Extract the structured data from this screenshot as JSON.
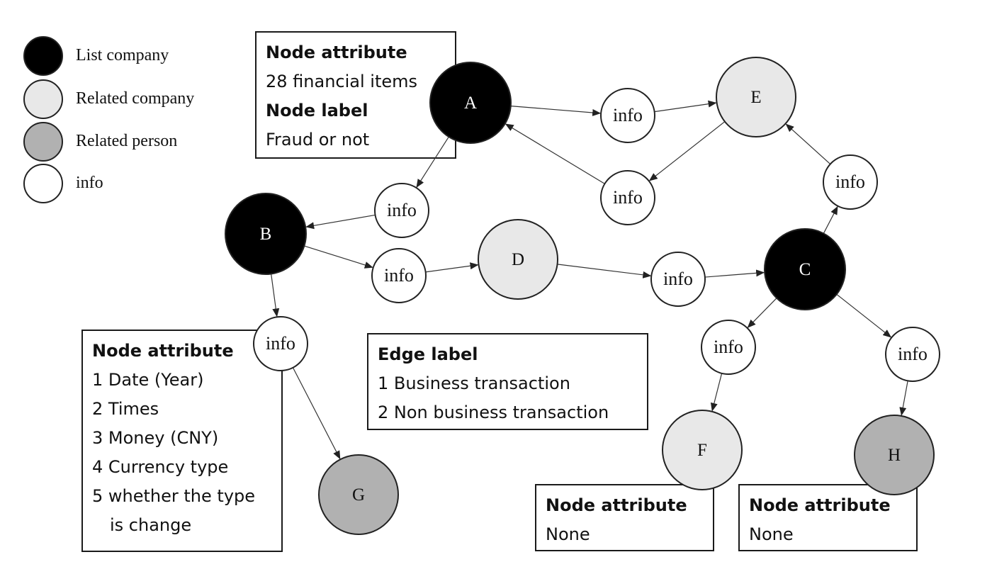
{
  "legend": [
    {
      "key": "list",
      "label": "List company",
      "fill": "#000000"
    },
    {
      "key": "related_company",
      "label": "Related company",
      "fill": "#e8e8e8"
    },
    {
      "key": "related_person",
      "label": "Related person",
      "fill": "#b1b1b1"
    },
    {
      "key": "info",
      "label": "info",
      "fill": "#ffffff"
    }
  ],
  "nodes": {
    "A": {
      "label": "A",
      "type": "list"
    },
    "B": {
      "label": "B",
      "type": "list"
    },
    "C": {
      "label": "C",
      "type": "list"
    },
    "D": {
      "label": "D",
      "type": "related_company"
    },
    "E": {
      "label": "E",
      "type": "related_company"
    },
    "F": {
      "label": "F",
      "type": "related_company"
    },
    "G": {
      "label": "G",
      "type": "related_person"
    },
    "H": {
      "label": "H",
      "type": "related_person"
    },
    "i1": {
      "label": "info",
      "type": "info"
    },
    "i2": {
      "label": "info",
      "type": "info"
    },
    "i3": {
      "label": "info",
      "type": "info"
    },
    "i4": {
      "label": "info",
      "type": "info"
    },
    "i5": {
      "label": "info",
      "type": "info"
    },
    "i6": {
      "label": "info",
      "type": "info"
    },
    "i7": {
      "label": "info",
      "type": "info"
    },
    "i8": {
      "label": "info",
      "type": "info"
    },
    "i9": {
      "label": "info",
      "type": "info"
    },
    "i10": {
      "label": "info",
      "type": "info"
    }
  },
  "edges": [
    [
      "A",
      "i1"
    ],
    [
      "i1",
      "E"
    ],
    [
      "E",
      "i2"
    ],
    [
      "i2",
      "A"
    ],
    [
      "A",
      "i3"
    ],
    [
      "i3",
      "B"
    ],
    [
      "B",
      "i4"
    ],
    [
      "i4",
      "D"
    ],
    [
      "D",
      "i5"
    ],
    [
      "i5",
      "C"
    ],
    [
      "C",
      "i6"
    ],
    [
      "i6",
      "E"
    ],
    [
      "B",
      "i7"
    ],
    [
      "i7",
      "G"
    ],
    [
      "C",
      "i8"
    ],
    [
      "i8",
      "F"
    ],
    [
      "C",
      "i9"
    ],
    [
      "i9",
      "H"
    ]
  ],
  "boxes": {
    "company_attr": {
      "heading": "Node attribute",
      "line": "28 financial items",
      "heading2": "Node label",
      "line2": "Fraud or not"
    },
    "info_attr": {
      "heading": "Node attribute",
      "lines": [
        "1 Date (Year)",
        "2 Times",
        "3 Money (CNY)",
        "4 Currency type",
        "5 whether the type",
        "is change"
      ]
    },
    "edge_label": {
      "heading": "Edge label",
      "lines": [
        "1 Business transaction",
        "2 Non business transaction"
      ]
    },
    "f_attr": {
      "heading": "Node attribute",
      "line": "None"
    },
    "h_attr": {
      "heading": "Node attribute",
      "line": "None"
    }
  }
}
